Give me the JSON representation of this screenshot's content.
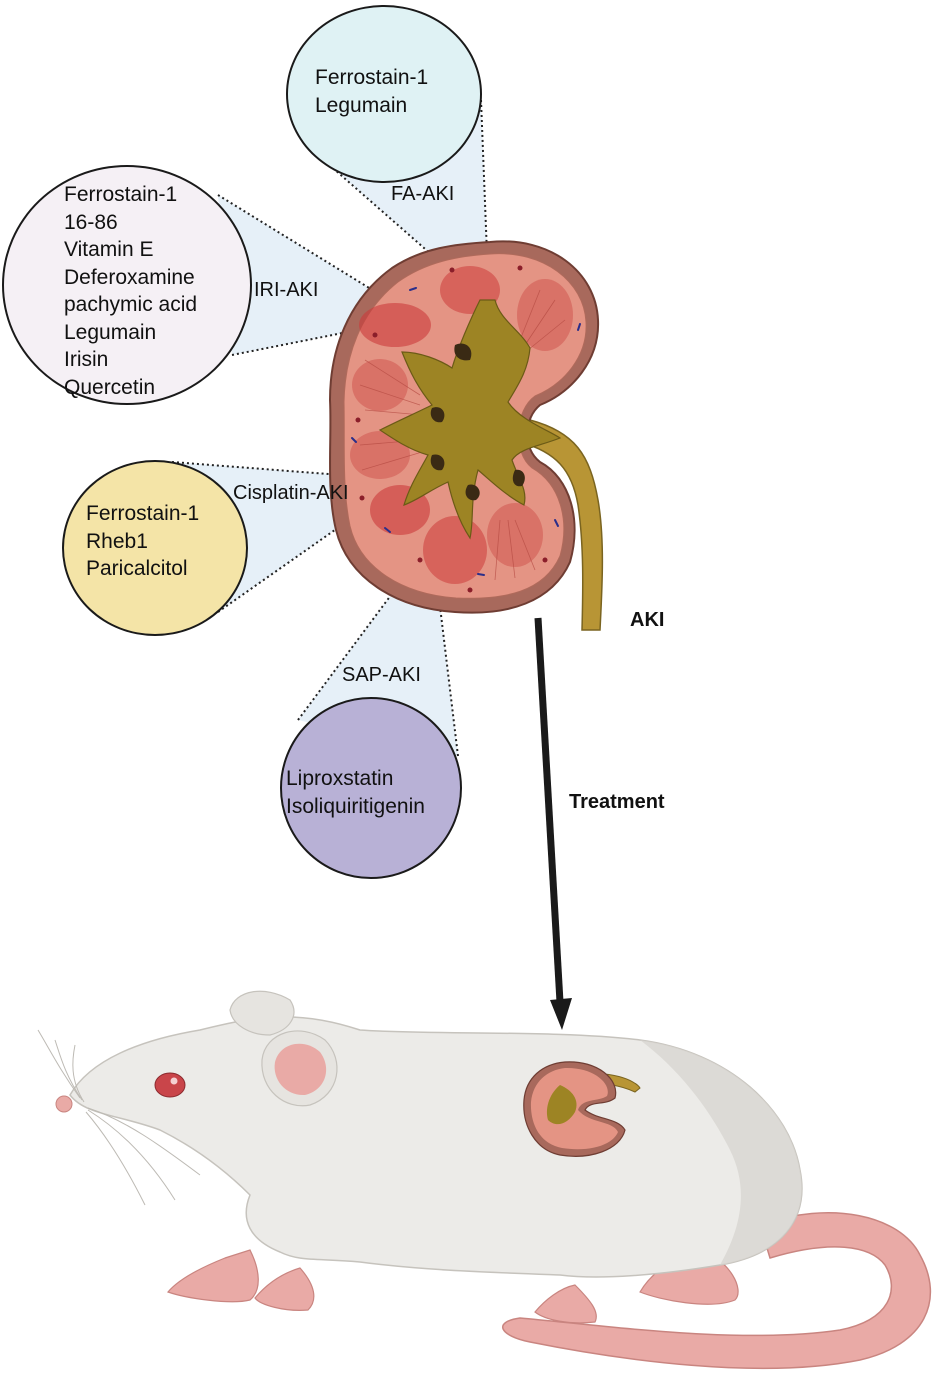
{
  "injury_models": [
    {
      "label": "FA-AKI",
      "treatments": [
        "Ferrostain-1",
        "Legumain"
      ],
      "bubble_color": "#dff2f4"
    },
    {
      "label": "IRI-AKI",
      "treatments": [
        "Ferrostain-1",
        "16-86",
        "Vitamin E",
        "Deferoxamine",
        "pachymic acid",
        "Legumain",
        "Irisin",
        "Quercetin"
      ],
      "bubble_color": "#f5f0f5"
    },
    {
      "label": "Cisplatin-AKI",
      "treatments": [
        "Ferrostain-1",
        "Rheb1",
        "Paricalcitol"
      ],
      "bubble_color": "#f4e4a7"
    },
    {
      "label": "SAP-AKI",
      "treatments": [
        "Liproxstatin",
        "Isoliquiritigenin"
      ],
      "bubble_color": "#b8b1d6"
    }
  ],
  "kidney_label": "AKI",
  "arrow_label": "Treatment",
  "colors": {
    "callout_fill": "#e6f0f8",
    "kidney_capsule": "#a8695c",
    "kidney_cortex": "#e49484",
    "kidney_pelvis": "#9d8424",
    "ureter": "#b89535",
    "mouse_body": "#ecebe8",
    "mouse_pink": "#e9aaa6",
    "arrow": "#1a1a1a"
  }
}
